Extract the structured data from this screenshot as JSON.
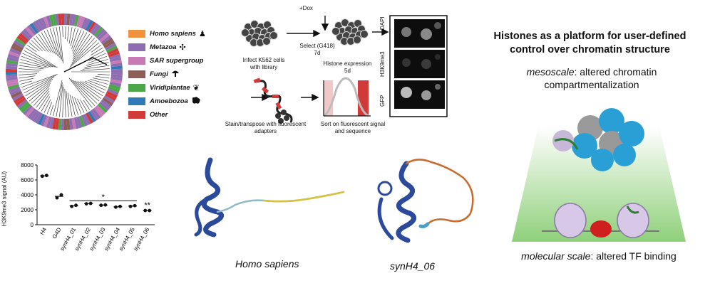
{
  "legend": {
    "items": [
      {
        "label": "Homo sapiens",
        "color": "#F0913B",
        "icon": "person-icon"
      },
      {
        "label": "Metazoa",
        "color": "#8E6DB2",
        "icon": "animals-icon"
      },
      {
        "label": "SAR supergroup",
        "color": "#C77BB6",
        "icon": ""
      },
      {
        "label": "Fungi",
        "color": "#8C5E55",
        "icon": "mushroom-icon"
      },
      {
        "label": "Viridiplantae",
        "color": "#4BA747",
        "icon": "plant-icon"
      },
      {
        "label": "Amoebozoa",
        "color": "#2E7AB8",
        "icon": "amoeba-icon"
      },
      {
        "label": "Other",
        "color": "#D23A3A",
        "icon": ""
      }
    ]
  },
  "workflow": {
    "dox": "+Dox",
    "select": "Select (G418)",
    "select_days": "7d",
    "infect_line1": "Infect K562 cells",
    "infect_line2": "with library",
    "histone_line1": "Histone expression",
    "histone_line2": "5d",
    "stain_line1": "Stain/transpose with fluorescent",
    "stain_line2": "adapters",
    "sort_line1": "Sort on fluorescent signal",
    "sort_line2": "and sequence",
    "channels": [
      "DAPI",
      "H3K9me3",
      "GFP"
    ]
  },
  "chart_data": {
    "type": "scatter",
    "ylabel": "H3K9me3 signal (AU)",
    "ylim": [
      0,
      8000
    ],
    "yticks": [
      "0",
      "2000",
      "4000",
      "6000",
      "8000"
    ],
    "categories": [
      "H4",
      "G4D",
      "synH4_01",
      "synH4_02",
      "synH4_03",
      "synH4_04",
      "synH4_05",
      "synH4_06"
    ],
    "values": [
      [
        6500,
        6600
      ],
      [
        3600,
        4000
      ],
      [
        2450,
        2600
      ],
      [
        2800,
        2850
      ],
      [
        2600,
        2650
      ],
      [
        2350,
        2450
      ],
      [
        2450,
        2550
      ],
      [
        1900,
        1900
      ]
    ],
    "annotations": [
      {
        "text": "*",
        "group": "synH4_01-synH4_05"
      },
      {
        "text": "**",
        "group": "synH4_06"
      }
    ]
  },
  "structures": {
    "left_label": "Homo sapiens",
    "right_label": "synH4_06"
  },
  "concept": {
    "title_line1": "Histones as a platform for user-defined",
    "title_line2": "control over chromatin structure",
    "meso_italic": "mesoscale",
    "meso_rest": ": altered chromatin",
    "meso_line2": "compartmentalization",
    "mol_italic": "molecular scale",
    "mol_rest": ": altered TF binding"
  }
}
